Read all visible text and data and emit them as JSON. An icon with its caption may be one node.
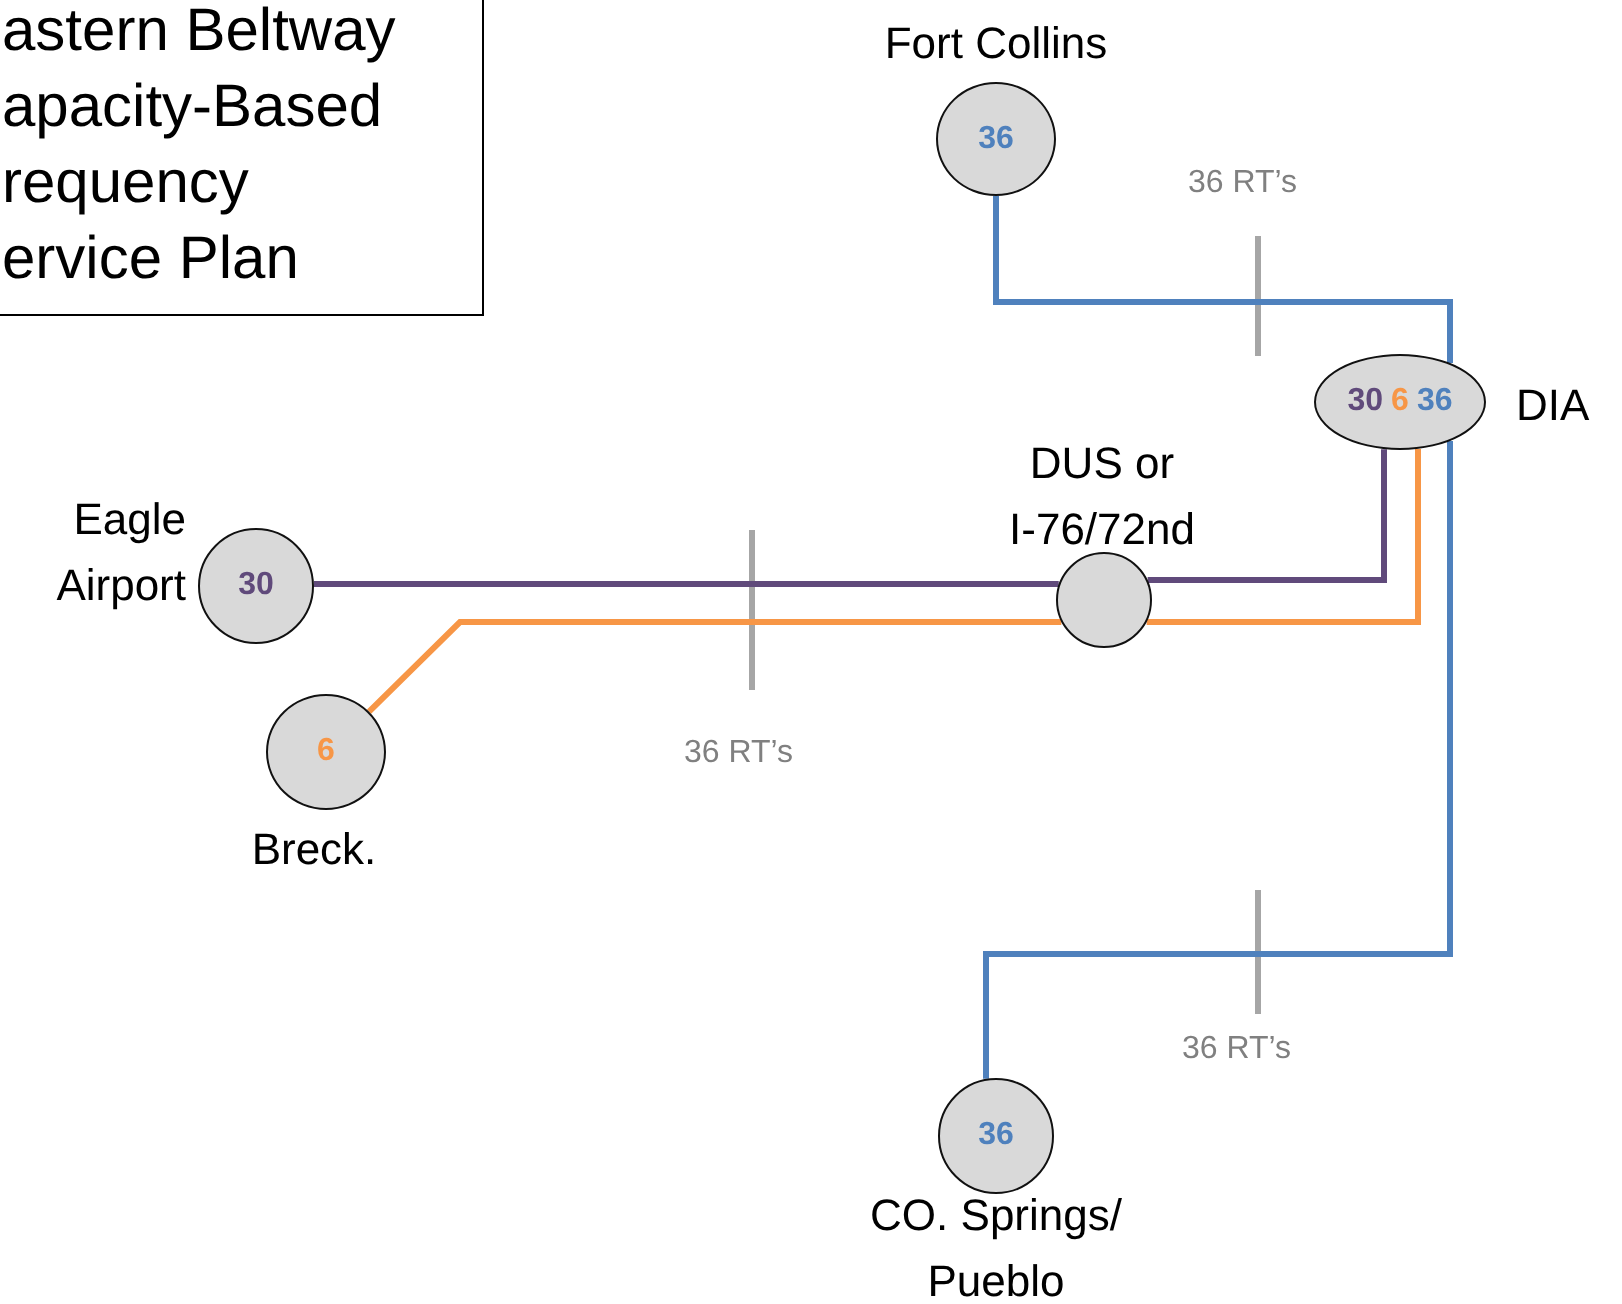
{
  "diagram": {
    "nodes": [
      {
        "text": [
          "astern Beltway apacity-Based requency ervice Plan"
        ]
      },
      {
        "text": [
          "36"
        ],
        "beside": [
          "Fort Collins"
        ]
      },
      {
        "text": [
          "30",
          "6",
          "36"
        ],
        "beside": [
          "DIA"
        ]
      },
      {
        "text": [
          "30"
        ],
        "beside": [
          "Eagle Airport"
        ]
      },
      {
        "text": [],
        "shape": "circle",
        "beside": [
          "DUS or I-76/72nd"
        ]
      },
      {
        "text": [
          "6"
        ],
        "beside": [
          "Breck."
        ]
      },
      {
        "text": [
          "36"
        ],
        "beside": [
          "CO. Springs/ Pueblo"
        ]
      }
    ],
    "edges": [
      {
        "from": 1,
        "to": 2,
        "arrow": "none",
        "color": "#4f81bd"
      },
      {
        "from": 3,
        "to": 4,
        "arrow": "none",
        "color": "#604a7b"
      },
      {
        "from": 4,
        "to": 2,
        "arrow": "none",
        "color": "#604a7b"
      },
      {
        "from": 5,
        "to": 4,
        "arrow": "none",
        "color": "#f79646"
      },
      {
        "from": 4,
        "to": 2,
        "arrow": "none",
        "color": "#f79646"
      },
      {
        "from": 2,
        "to": 6,
        "arrow": "none",
        "color": "#4f81bd"
      }
    ],
    "labels": [
      "36 RT’s",
      "36 RT’s",
      "36 RT’s"
    ]
  }
}
